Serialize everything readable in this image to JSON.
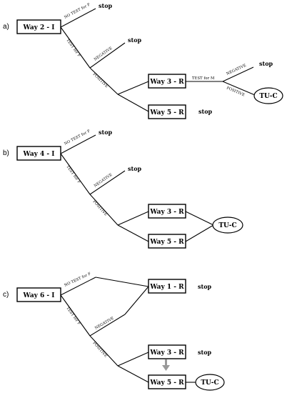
{
  "panels": [
    {
      "label": "a)",
      "start_box": "Way 2 - I",
      "no_test_label": "NO TEST for F",
      "test_label": "TEST for F",
      "negative_label": "NEGATIVE",
      "positive_label": "POSITIVE",
      "stop": "stop",
      "way3": "Way 3 - R",
      "way5": "Way 5 - R",
      "test_m_label": "TEST for M",
      "tuc": "TU-C"
    },
    {
      "label": "b)",
      "start_box": "Way 4 - I",
      "no_test_label": "NO TEST for F",
      "test_label": "TEST for F",
      "negative_label": "NEGATIVE",
      "positive_label": "POSITIVE",
      "stop": "stop",
      "way3": "Way 3 - R",
      "way5": "Way 5 - R",
      "tuc": "TU-C"
    },
    {
      "label": "c)",
      "start_box": "Way 6 - I",
      "no_test_label": "NO TEST for F",
      "test_label": "TEST for F",
      "negative_label": "NEGATIVE",
      "positive_label": "POSITIVE",
      "stop": "stop",
      "way1": "Way 1 - R",
      "way3": "Way 3 - R",
      "way5": "Way 5 - R",
      "tuc": "TU-C"
    }
  ]
}
